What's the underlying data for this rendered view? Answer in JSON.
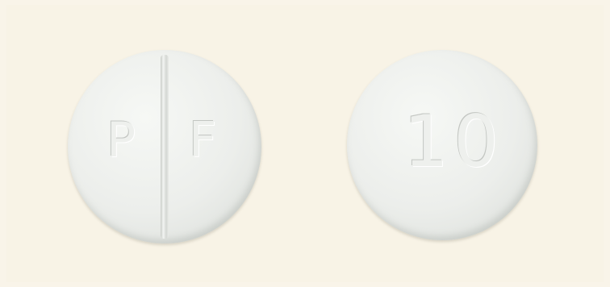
{
  "pills": {
    "left": {
      "imprint_left": "P",
      "imprint_right": "F",
      "color": "#eceeeb"
    },
    "right": {
      "imprint": "10",
      "color": "#eceeeb"
    }
  },
  "colors": {
    "background": "#f8f3e6"
  }
}
